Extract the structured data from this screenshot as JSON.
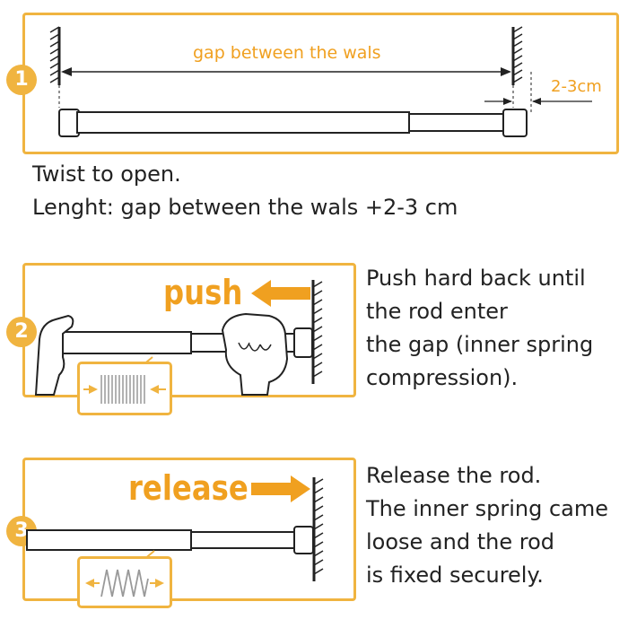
{
  "colors": {
    "accent": "#f0b440",
    "label_orange": "#f0a020",
    "line": "#222222"
  },
  "step1": {
    "badge": "1",
    "gap_label": "gap between the wals",
    "extra_label": "2-3cm",
    "caption_lines": [
      "Twist to open.",
      "Lenght: gap between the wals +2-3 cm"
    ]
  },
  "step2": {
    "badge": "2",
    "action_word": "push",
    "caption_lines": [
      "Push hard back until",
      "the rod enter",
      "the gap (inner spring",
      "compression)."
    ]
  },
  "step3": {
    "badge": "3",
    "action_word": "release",
    "caption_lines": [
      "Release the rod.",
      "The inner spring came",
      "loose and the rod",
      "is fixed securely."
    ]
  }
}
